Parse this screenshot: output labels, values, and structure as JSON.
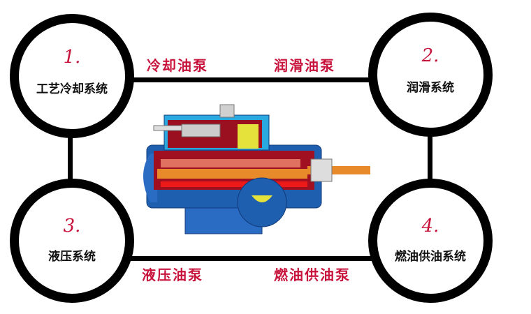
{
  "nodes": [
    {
      "number": "1.",
      "title": "工艺冷却系统"
    },
    {
      "number": "2.",
      "title": "润滑系统"
    },
    {
      "number": "3.",
      "title": "液压系统"
    },
    {
      "number": "4.",
      "title": "燃油供油系统"
    }
  ],
  "edge_labels": {
    "top_left": "冷却油泵",
    "top_right": "润滑油泵",
    "bottom_left": "液压油泵",
    "bottom_right": "燃油供油泵"
  },
  "colors": {
    "label_red": "#c8143c",
    "pump_blue": "#1f5fb0",
    "pump_red": "#c0101c"
  }
}
